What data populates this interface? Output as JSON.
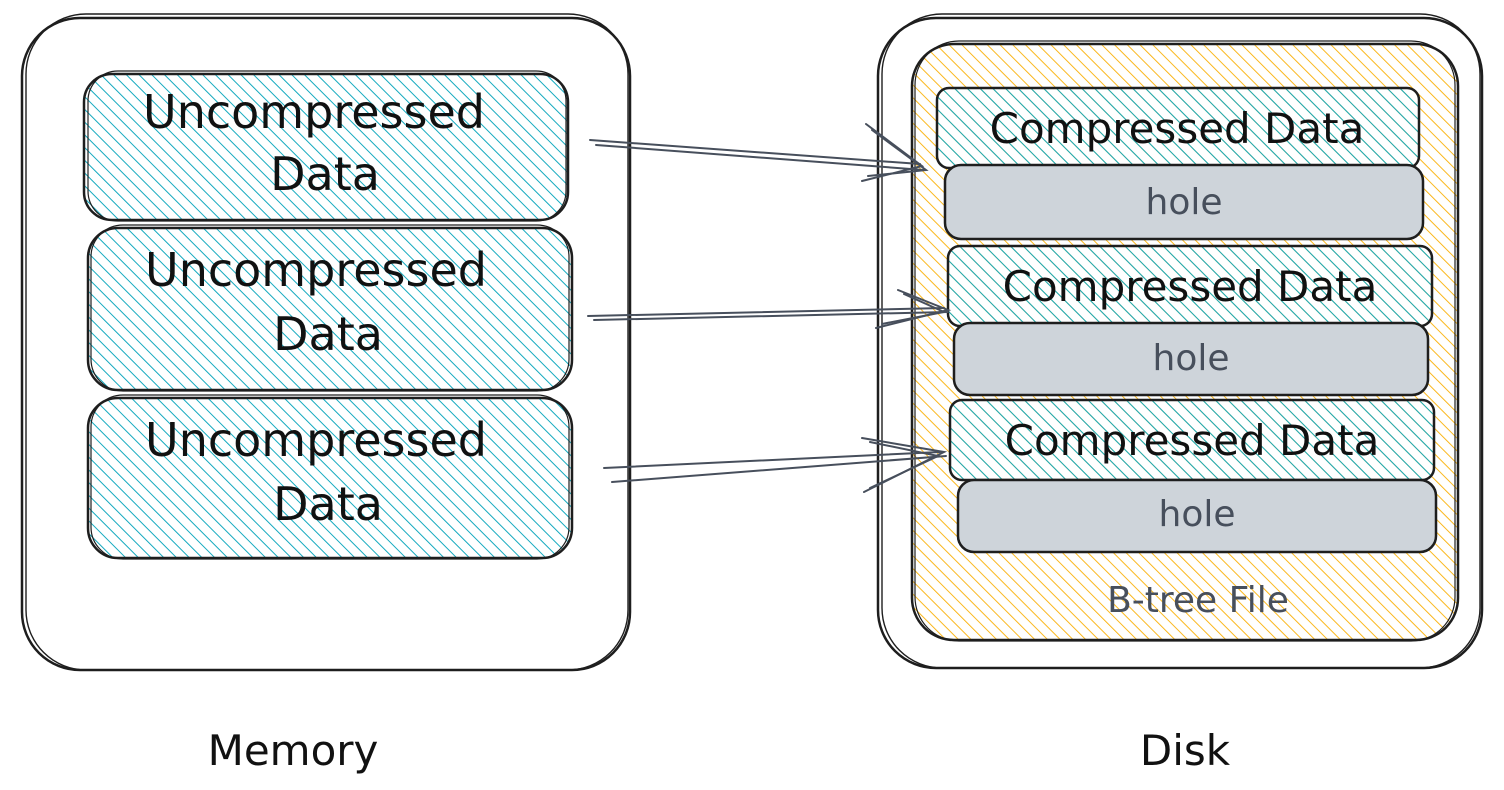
{
  "memory": {
    "label": "Memory",
    "blocks": [
      {
        "line1": "Uncompressed",
        "line2": "Data"
      },
      {
        "line1": "Uncompressed",
        "line2": "Data"
      },
      {
        "line1": "Uncompressed",
        "line2": "Data"
      }
    ]
  },
  "disk": {
    "label": "Disk",
    "file_label": "B-tree File",
    "blocks": [
      {
        "data_label": "Compressed Data",
        "hole_label": "hole"
      },
      {
        "data_label": "Compressed Data",
        "hole_label": "hole"
      },
      {
        "data_label": "Compressed Data",
        "hole_label": "hole"
      }
    ]
  },
  "colors": {
    "teal": "#15aabf",
    "amber": "#fab005",
    "hole_fill": "#ced4da",
    "stroke": "#1e1e1e",
    "arrow": "#474f5c"
  }
}
